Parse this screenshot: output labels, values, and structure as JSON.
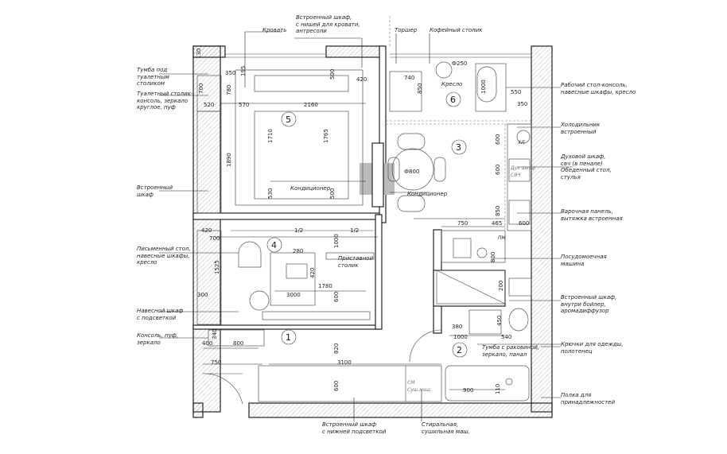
{
  "rooms": [
    "1",
    "2",
    "3",
    "4",
    "5",
    "6"
  ],
  "labels_left": {
    "tumba": "Тумба под\nтуалетным\nстоликом",
    "toilet_table": "Туалетный столик-\nконсоль, зеркало\nкруглое, пуф",
    "wardrobe": "Встроенный\nшкаф",
    "desk": "Письменный стол,\nнавесные шкафы,\nкресло",
    "hanging": "Навесной шкаф\nс подсветкой",
    "console": "Консоль, пуф,\nзеркало"
  },
  "labels_top": {
    "bed": "Кровать",
    "builtin_top": "Встроенный шкаф,\nс нишей для кровати,\nантресоли",
    "torsher": "Торшер",
    "coffee": "Кофейный столик"
  },
  "labels_right": {
    "work": "Рабочий стол-консоль,\nнавесные шкафы, кресло",
    "fridge": "Холодильник\nвстроенный",
    "oven": "Духовой шкаф,\nсвч (в пенале)\nОбеденный стол,\nстулья",
    "hob": "Варочная панель,\nвытяжка встроенная",
    "dishwasher": "Посудомоечная\nмашина",
    "boiler": "Встроенный шкаф,\nвнутри бойлер,\nаромадиффузор",
    "sink": "Тумба с раковиной,\nзеркало, панал",
    "hooks": "Крючки для одежды,\nполотенец",
    "shelf": "Полка для\nпринадлежностей"
  },
  "labels_bottom": {
    "wardrobe_light": "Встроенный шкаф\nс нижней подсветкой",
    "washer": "Стиральная,\nсушильная маш."
  },
  "labels_inner": {
    "ac1": "Кондиционер",
    "ac2": "Кондиционер",
    "side_table": "Приставной\nстолик",
    "armchair": "Кресло",
    "fridge_in": "ХЛ",
    "oven_in": "Дух шкаф\nСВЧ",
    "pm": "ПМ",
    "sm": "СМ\nСуш.маш."
  },
  "dims": {
    "d130": "130",
    "d350": "350",
    "d700": "700",
    "d780": "780",
    "d520": "520",
    "d570": "570",
    "d2160": "2160",
    "d1710": "1710",
    "d1765": "1765",
    "d1890": "1890",
    "d530": "530",
    "d500a": "500",
    "d500b": "500",
    "d420": "420",
    "d250": "Ф250",
    "d740": "740",
    "d850": "850",
    "d1000a": "1000",
    "d550": "550",
    "d350b": "350",
    "d600a": "600",
    "d600b": "600",
    "d850b": "850",
    "d800": "Ф800",
    "d750": "750",
    "d465": "465",
    "d600c": "600",
    "d420b": "420",
    "d700b": "700",
    "d12a": "1/2",
    "d12b": "1/2",
    "d1000b": "1000",
    "d280": "280",
    "d420c": "420",
    "d1780": "1780",
    "d1525": "1525",
    "d300": "300",
    "d3000": "3000",
    "d600d": "600",
    "d800b": "800",
    "d200": "200",
    "d380": "380",
    "d450": "450",
    "d1000c": "1000",
    "d540": "540",
    "d400": "400",
    "d340": "340",
    "d800c": "800",
    "d820": "820",
    "d750b": "750",
    "d3100": "3100",
    "d600e": "600",
    "d900": "900",
    "d110": "110",
    "d195": "195"
  }
}
